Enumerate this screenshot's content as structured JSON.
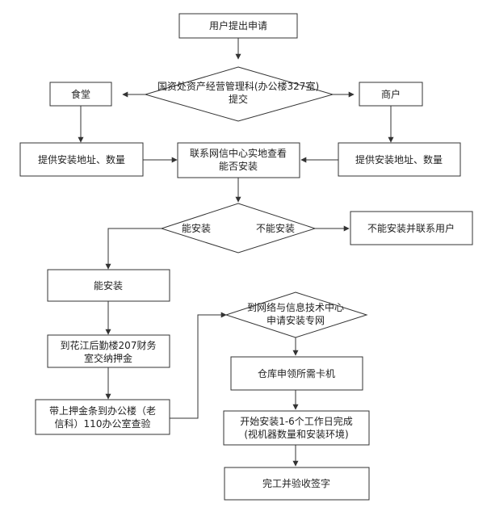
{
  "diagram": {
    "nodes": {
      "start": "用户提出申请",
      "decision1": [
        "国资处资产经营管理科(办公楼327室)",
        "提交"
      ],
      "canteen": "食堂",
      "merchant": "商户",
      "provide_left": "提供安装地址、数量",
      "provide_right": "提供安装地址、数量",
      "survey": [
        "联系网信中心实地查看",
        "能否安装"
      ],
      "decision2_yes": "能安装",
      "decision2_no": "不能安装",
      "cannot_install": "不能安装并联系用户",
      "can_install": "能安装",
      "deposit": [
        "到花江后勤楼207财务",
        "室交纳押金"
      ],
      "bring_receipt": [
        "带上押金条到办公楼（老",
        "信科）110办公室查验"
      ],
      "apply_network": [
        "到网络与信息技术中心",
        "申请安装专网"
      ],
      "warehouse": "仓库申领所需卡机",
      "start_install": [
        "开始安装1-6个工作日完成",
        "(视机器数量和安装环境)"
      ],
      "finish": "完工并验收签字"
    }
  }
}
